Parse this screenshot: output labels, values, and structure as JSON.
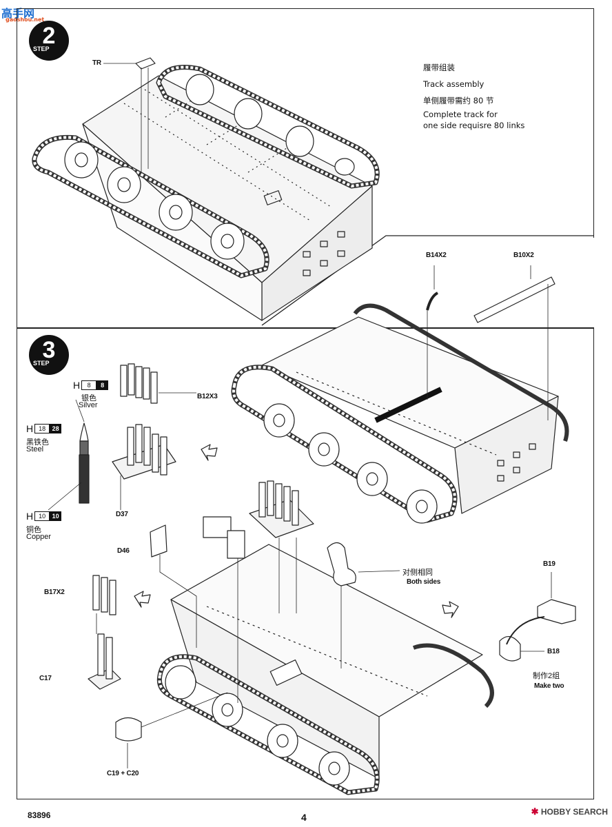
{
  "watermark_top": {
    "site": "高手网",
    "site_url": "gaoshou.net"
  },
  "step2": {
    "number": "2",
    "step_word": "STEP",
    "labels": {
      "tr": "TR"
    },
    "notes": {
      "cn_title": "履带组装",
      "en_title": "Track assembly",
      "cn_detail": "单侧履带需约 80 节",
      "en_detail_1": "Complete track for",
      "en_detail_2": "one side requisre 80 links"
    },
    "parts": {
      "b14": "B14X2",
      "b10": "B10X2"
    }
  },
  "step3": {
    "number": "3",
    "step_word": "STEP",
    "colors": {
      "silver": {
        "letter": "H",
        "code": "8",
        "code_box": "8",
        "cn": "银色",
        "en": "Silver"
      },
      "steel": {
        "letter": "H",
        "code": "18",
        "code_box": "28",
        "cn": "黑铁色",
        "en": "Steel"
      },
      "copper": {
        "letter": "H",
        "code": "10",
        "code_box": "10",
        "cn": "铜色",
        "en": "Copper"
      }
    },
    "parts": {
      "b12": "B12X3",
      "d37": "D37",
      "d46": "D46",
      "b17": "B17X2",
      "c17": "C17",
      "c19": "C19 + C20",
      "b19": "B19",
      "b18": "B18"
    },
    "notes": {
      "both_cn": "对侧相同",
      "both_en": "Both sides",
      "make_cn": "制作2组",
      "make_en": "Make two"
    }
  },
  "footer": {
    "kit_number": "83896",
    "page_number": "4",
    "watermark": "HOBBY SEARCH"
  }
}
